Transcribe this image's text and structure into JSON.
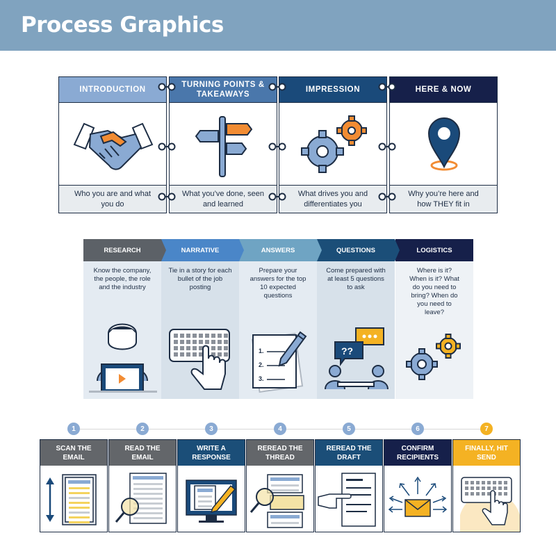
{
  "title": "Process Graphics",
  "section1": [
    {
      "label": "INTRODUCTION",
      "desc": "Who you are and what you do",
      "bg": "#8aaad3",
      "fg": "#ffffff",
      "icon": "handshake-icon"
    },
    {
      "label": "TURNING POINTS & TAKEAWAYS",
      "desc": "What you’ve done, seen and learned",
      "bg": "#4a77ab",
      "fg": "#ffffff",
      "icon": "signpost-icon"
    },
    {
      "label": "IMPRESSION",
      "desc": "What drives you and differentiates you",
      "bg": "#1a4a7a",
      "fg": "#ffffff",
      "icon": "gears-icon"
    },
    {
      "label": "HERE & NOW",
      "desc": "Why you’re here and how THEY fit in",
      "bg": "#16204a",
      "fg": "#ffffff",
      "icon": "location-pin-icon"
    }
  ],
  "section2": [
    {
      "label": "RESEARCH",
      "text": "Know the company, the people, the role and the industry",
      "bg": "#5c6167",
      "body": "#e4ebf2",
      "icon": "person-laptop-icon"
    },
    {
      "label": "NARRATIVE",
      "text": "Tie in a story for each bullet of the job posting",
      "bg": "#4a86c8",
      "body": "#d7e1ea",
      "icon": "keyboard-hand-icon"
    },
    {
      "label": "ANSWERS",
      "text": "Prepare your answers for the top 10 expected questions",
      "bg": "#6fa4c3",
      "body": "#e4ebf2",
      "icon": "checklist-pen-icon"
    },
    {
      "label": "QUESTIONS",
      "text": "Come prepared with at least 5 questions to ask",
      "bg": "#1b4e78",
      "body": "#d7e1ea",
      "icon": "conversation-icon"
    },
    {
      "label": "LOGISTICS",
      "text": "Where is it? When is it? What do you need to bring? When do you need to leave?",
      "bg": "#16204a",
      "body": "#eef2f6",
      "icon": "gears-icon"
    }
  ],
  "section3": [
    {
      "num": "1",
      "label": "SCAN THE EMAIL",
      "bg": "#63666a",
      "numbg": "#8aaad3",
      "icon": "scroll-email-icon"
    },
    {
      "num": "2",
      "label": "READ THE EMAIL",
      "bg": "#63666a",
      "numbg": "#8aaad3",
      "icon": "magnify-email-icon"
    },
    {
      "num": "3",
      "label": "WRITE A RESPONSE",
      "bg": "#1b4e78",
      "numbg": "#8aaad3",
      "icon": "monitor-pen-icon"
    },
    {
      "num": "4",
      "label": "REREAD THE THREAD",
      "bg": "#63666a",
      "numbg": "#8aaad3",
      "icon": "magnify-thread-icon"
    },
    {
      "num": "5",
      "label": "REREAD THE DRAFT",
      "bg": "#1b4e78",
      "numbg": "#8aaad3",
      "icon": "point-draft-icon"
    },
    {
      "num": "6",
      "label": "CONFIRM RECIPIENTS",
      "bg": "#16204a",
      "numbg": "#8aaad3",
      "icon": "envelope-arrows-icon"
    },
    {
      "num": "7",
      "label": "FINALLY, HIT SEND",
      "bg": "#f4b223",
      "numbg": "#f4b223",
      "icon": "keyboard-press-icon"
    }
  ]
}
